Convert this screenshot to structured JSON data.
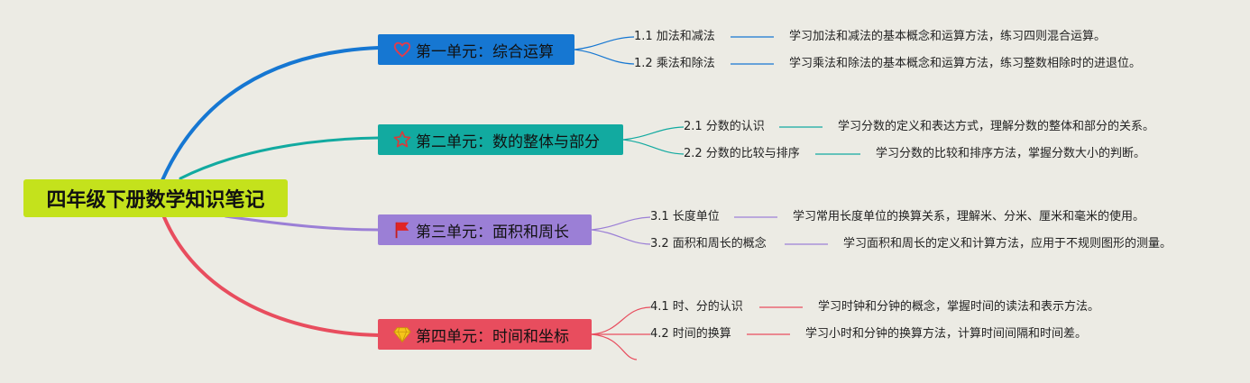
{
  "title": "四年级下册数学知识笔记",
  "units": [
    {
      "label": "第一单元：综合运算",
      "icon": "heart-icon",
      "color": "#1677d2",
      "items": [
        {
          "topic": "1.1 加法和减法",
          "desc": "学习加法和减法的基本概念和运算方法，练习四则混合运算。"
        },
        {
          "topic": "1.2 乘法和除法",
          "desc": "学习乘法和除法的基本概念和运算方法，练习整数相除时的进退位。"
        }
      ]
    },
    {
      "label": "第二单元：数的整体与部分",
      "icon": "star-icon",
      "color": "#12aaa0",
      "items": [
        {
          "topic": "2.1 分数的认识",
          "desc": "学习分数的定义和表达方式，理解分数的整体和部分的关系。"
        },
        {
          "topic": "2.2 分数的比较与排序",
          "desc": "学习分数的比较和排序方法，掌握分数大小的判断。"
        }
      ]
    },
    {
      "label": "第三单元：面积和周长",
      "icon": "flag-icon",
      "color": "#9b7fd6",
      "items": [
        {
          "topic": "3.1 长度单位",
          "desc": "学习常用长度单位的换算关系，理解米、分米、厘米和毫米的使用。"
        },
        {
          "topic": "3.2 面积和周长的概念",
          "desc": "学习面积和周长的定义和计算方法，应用于不规则图形的测量。"
        }
      ]
    },
    {
      "label": "第四单元：时间和坐标",
      "icon": "diamond-icon",
      "color": "#e84d5e",
      "items": [
        {
          "topic": "4.1 时、分的认识",
          "desc": "学习时钟和分钟的概念，掌握时间的读法和表示方法。"
        },
        {
          "topic": "4.2 时间的换算",
          "desc": "学习小时和分钟的换算方法，计算时间间隔和时间差。"
        }
      ]
    }
  ]
}
